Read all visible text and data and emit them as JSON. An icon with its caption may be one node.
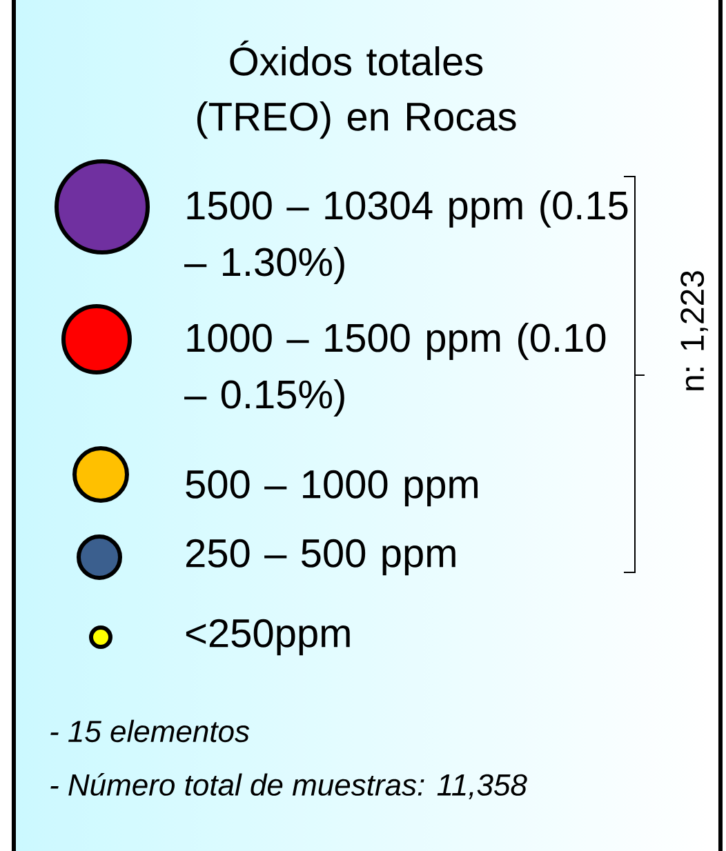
{
  "diagram": {
    "title": "Óxidos totales (TREO) en Rocas",
    "labels": [
      "n: 1,223",
      "- 15 elementos",
      "- Número total de muestras: 11,358"
    ],
    "legend": [
      {
        "text": "1500 – 10304 ppm (0.15 – 1.30%)",
        "color": "#7030a0"
      },
      {
        "text": "1000 – 1500 ppm (0.10 – 0.15%)",
        "color": "#ff0000"
      },
      {
        "text": "500 – 1000 ppm",
        "color": "#ffc000"
      },
      {
        "text": "250 – 500 ppm",
        "color": "#3b5f8e"
      },
      {
        "text": "<250ppm",
        "color": "#ffff00"
      }
    ]
  }
}
